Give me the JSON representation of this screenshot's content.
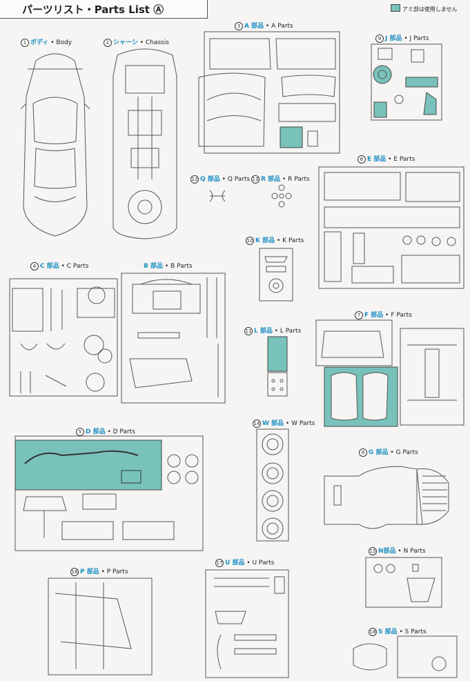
{
  "header": {
    "title": "パーツリスト・Parts List Ⓐ"
  },
  "legend": {
    "text": "アミ部は使用しません",
    "color": "#78c2bb"
  },
  "colors": {
    "accent_jp": "#1e8fc4",
    "teal_fill": "#78c2bb",
    "line": "#555555"
  },
  "sections": [
    {
      "id": "body",
      "num": "1",
      "jp": "ボディ",
      "en": "Body"
    },
    {
      "id": "chassis",
      "num": "2",
      "jp": "シャーシ",
      "en": "Chassis"
    },
    {
      "id": "a",
      "num": "3",
      "jp": "A 部品",
      "en": "A Parts"
    },
    {
      "id": "j",
      "num": "9",
      "jp": "J 部品",
      "en": "J Parts"
    },
    {
      "id": "e",
      "num": "6",
      "jp": "E 部品",
      "en": "E Parts"
    },
    {
      "id": "q",
      "num": "12",
      "jp": "Q 部品",
      "en": "Q Parts"
    },
    {
      "id": "r",
      "num": "13",
      "jp": "R 部品",
      "en": "R Parts"
    },
    {
      "id": "k",
      "num": "10",
      "jp": "K 部品",
      "en": "K Parts"
    },
    {
      "id": "c",
      "num": "4",
      "jp": "C 部品",
      "en": "C Parts"
    },
    {
      "id": "b",
      "num": "",
      "jp": "B 部品",
      "en": "B Parts"
    },
    {
      "id": "l",
      "num": "11",
      "jp": "L 部品",
      "en": "L Parts"
    },
    {
      "id": "f",
      "num": "7",
      "jp": "F 部品",
      "en": "F Parts"
    },
    {
      "id": "d",
      "num": "5",
      "jp": "D 部品",
      "en": "D Parts"
    },
    {
      "id": "w",
      "num": "14",
      "jp": "W 部品",
      "en": "W Parts"
    },
    {
      "id": "g",
      "num": "8",
      "jp": "G 部品",
      "en": "G Parts"
    },
    {
      "id": "n",
      "num": "15",
      "jp": "N部品",
      "en": "N Parts"
    },
    {
      "id": "p",
      "num": "16",
      "jp": "P 部品",
      "en": "P Parts"
    },
    {
      "id": "u",
      "num": "17",
      "jp": "U 部品",
      "en": "U Parts"
    },
    {
      "id": "s",
      "num": "18",
      "jp": "S 部品",
      "en": "S Parts"
    }
  ]
}
